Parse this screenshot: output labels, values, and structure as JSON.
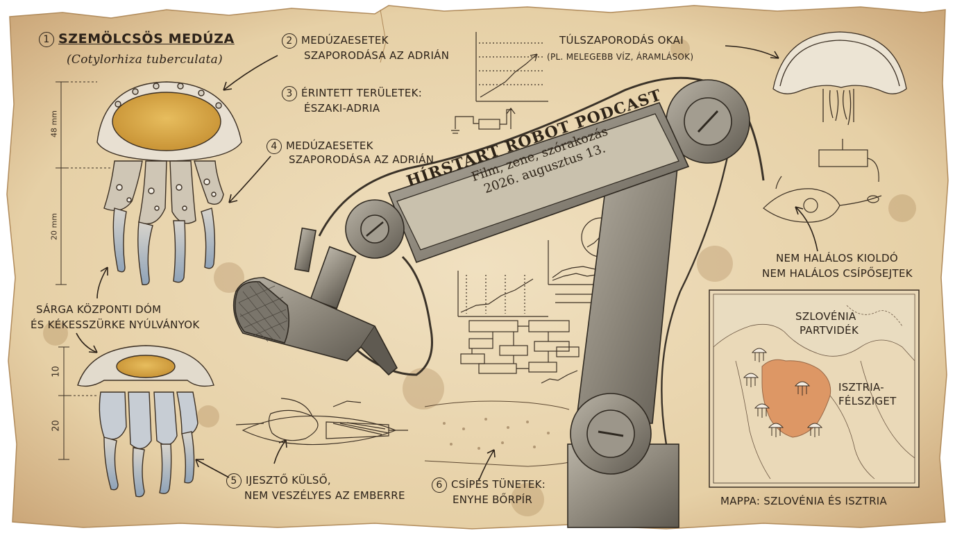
{
  "podcast": {
    "name": "HÍRSTART ROBOT PODCAST",
    "tagline": "Film, zene, szórakozás",
    "date": "2026. augusztus 13."
  },
  "annotations": {
    "n1": "1",
    "n2": "2",
    "n3": "3",
    "n4": "4",
    "n5": "5",
    "n6": "6",
    "species_title": "SZEMÖLCSÖS MEDÚZA",
    "species_latin": "(Cotylorhiza tuberculata)",
    "item2_l1": "MEDÚZAESETEK",
    "item2_l2": "SZAPORODÁSA AZ ADRIÁN",
    "item3_l1": "ÉRINTETT TERÜLETEK:",
    "item3_l2": "ÉSZAKI-ADRIA",
    "item4_l1": "MEDÚZAESETEK",
    "item4_l2": "SZAPORODÁSA AZ ADRIÁN",
    "overpop_l1": "TÚLSZAPORODÁS OKAI",
    "overpop_l2": "(PL. MELEGEBB VÍZ, ÁRAMLÁSOK)",
    "nonlethal_l1": "NEM HALÁLOS KIOLDÓ",
    "nonlethal_l2": "NEM HALÁLOS CSÍPŐSEJTEK",
    "dome_l1": "SÁRGA KÖZPONTI DÓM",
    "dome_l2": "ÉS KÉKESSZÜRKE NYÚLVÁNYOK",
    "item5_l1": "IJESZTŐ KÜLSŐ,",
    "item5_l2": "NEM VESZÉLYES AZ EMBERRE",
    "item6_l1": "CSÍPÉS TÜNETEK:",
    "item6_l2": "ENYHE BŐRPÍR"
  },
  "dimensions": {
    "top_bell": "48 mm",
    "top_tentacles": "20 mm",
    "bottom_bell": "10",
    "bottom_tentacles": "20"
  },
  "map": {
    "coast_label_l1": "SZLOVÉNIA",
    "coast_label_l2": "PARTVIDÉK",
    "peninsula_label_l1": "ISZTRIA-",
    "peninsula_label_l2": "FÉLSZIGET",
    "caption": "MAPPA: SZLOVÉNIA ÉS ISZTRIA"
  },
  "colors": {
    "paper": "#e8d5b0",
    "ink": "#2b2118",
    "dome_yellow": "#d9a84a",
    "tentacle_blue": "#8fa3b8",
    "map_highlight": "#d9824a",
    "metal": "#8a857b"
  }
}
